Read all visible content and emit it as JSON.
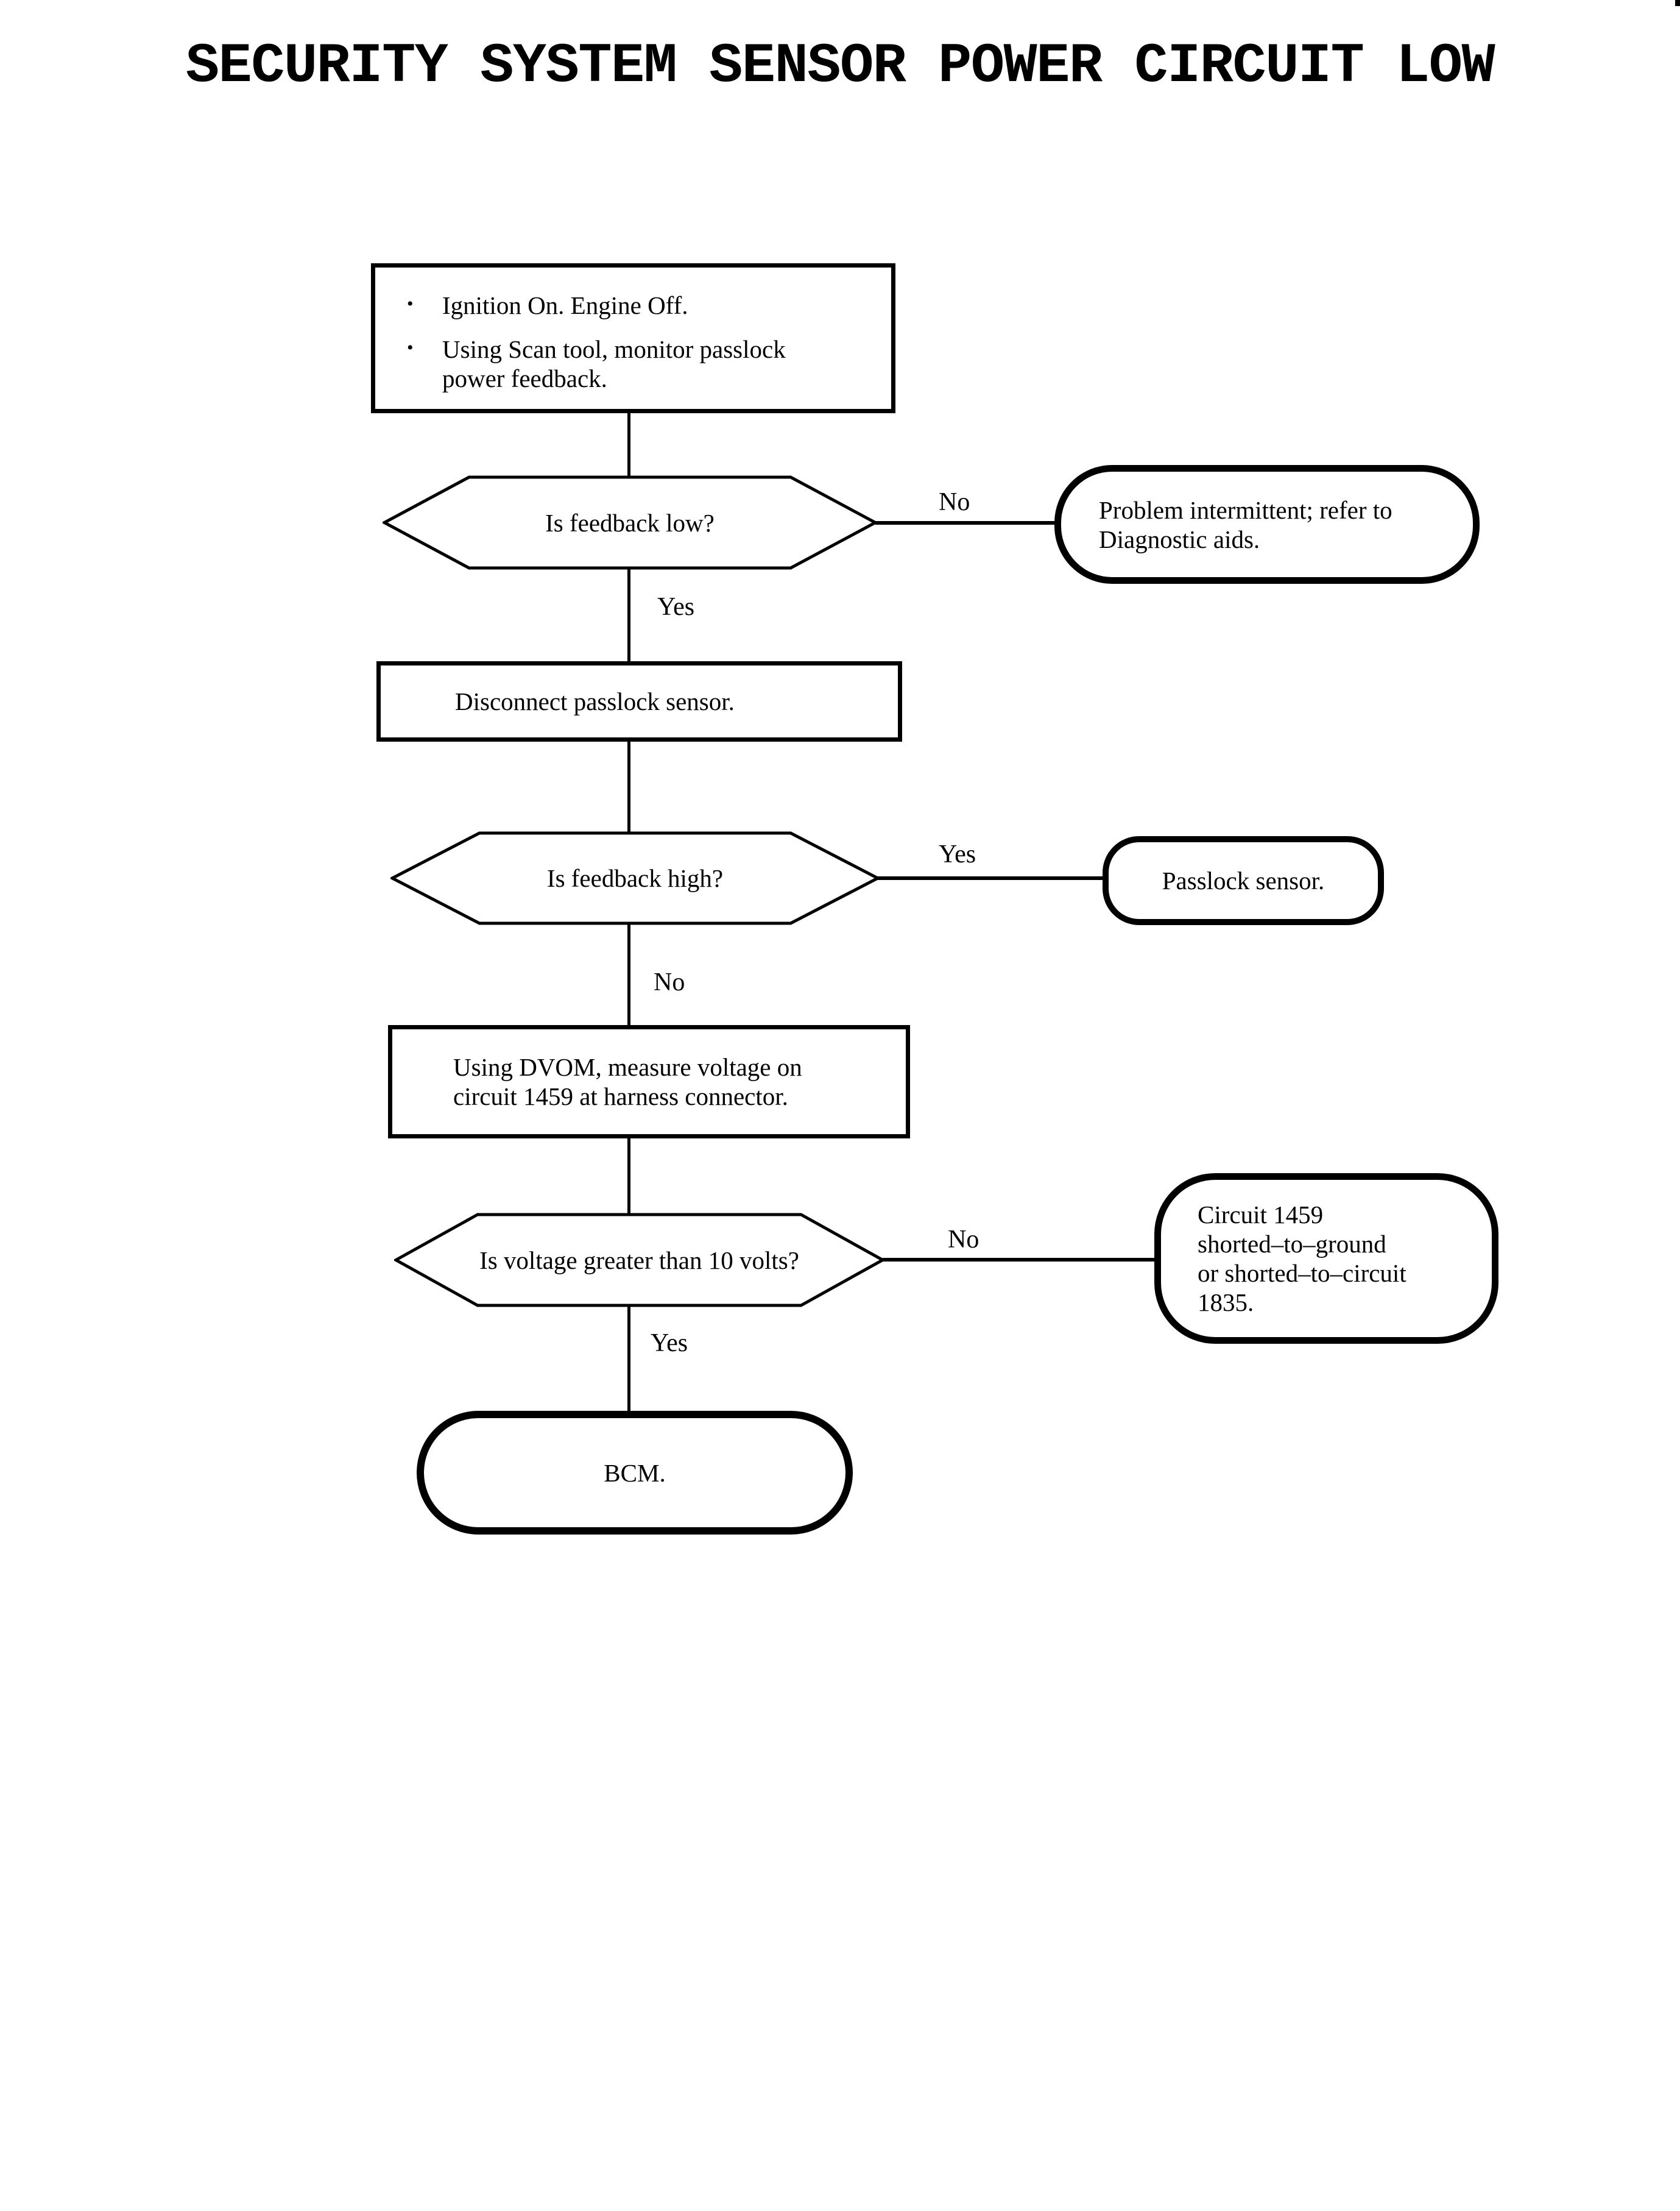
{
  "title": "SECURITY SYSTEM SENSOR POWER CIRCUIT LOW",
  "bullet_char": "•",
  "colors": {
    "ink": "#000000",
    "paper": "#ffffff"
  },
  "flowchart": {
    "start_box": {
      "bullets": [
        {
          "lines": [
            "Ignition On. Engine Off."
          ]
        },
        {
          "lines": [
            "Using Scan tool, monitor passlock",
            "power feedback."
          ]
        }
      ]
    },
    "decisions": [
      {
        "question": "Is feedback low?",
        "right_label": "No",
        "down_label": "Yes"
      },
      {
        "question": "Is feedback high?",
        "right_label": "Yes",
        "down_label": "No"
      },
      {
        "question": "Is voltage greater than 10 volts?",
        "right_label": "No",
        "down_label": "Yes"
      }
    ],
    "process_boxes": [
      {
        "lines": [
          "Disconnect passlock sensor."
        ]
      },
      {
        "lines": [
          "Using DVOM, measure voltage on",
          "circuit 1459 at harness connector."
        ]
      }
    ],
    "terminals": [
      {
        "lines": [
          "Problem intermittent; refer to",
          "Diagnostic aids."
        ]
      },
      {
        "lines": [
          "Passlock sensor."
        ]
      },
      {
        "lines": [
          "Circuit 1459",
          "shorted–to–ground",
          "or shorted–to–circuit",
          "1835."
        ]
      },
      {
        "lines": [
          "BCM."
        ]
      }
    ]
  }
}
